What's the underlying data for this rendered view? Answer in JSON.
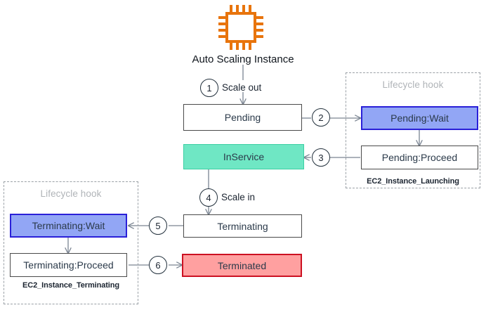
{
  "diagram": {
    "title": "Auto Scaling Instance",
    "icon": "cpu-chip-icon",
    "icon_color": "#E8740C"
  },
  "colors": {
    "chip_orange": "#E8740C",
    "wait_blue_fill": "#92A6F5",
    "wait_blue_border": "#2A20D8",
    "inservice_teal_fill": "#6FE7C4",
    "inservice_teal_border": "#3CCFA4",
    "terminated_red_fill": "#FFA0A0",
    "terminated_red_border": "#CC1122",
    "box_border_gray": "#4A4A4A",
    "hook_dash_gray": "#9AA0A6",
    "hook_title_gray": "#B0B4B8",
    "text_navy": "#2B3A4A",
    "connector_gray": "#7A8491"
  },
  "states": {
    "pending": "Pending",
    "inservice": "InService",
    "terminating": "Terminating",
    "terminated": "Terminated",
    "pending_wait": "Pending:Wait",
    "pending_proceed": "Pending:Proceed",
    "terminating_wait": "Terminating:Wait",
    "terminating_proceed": "Terminating:Proceed"
  },
  "hooks": [
    {
      "id": "launching",
      "title": "Lifecycle hook",
      "footer": "EC2_Instance_Launching"
    },
    {
      "id": "terminating",
      "title": "Lifecycle hook",
      "footer": "EC2_Instance_Terminating"
    }
  ],
  "edges": {
    "scale_out": "Scale out",
    "scale_in": "Scale in"
  },
  "steps": [
    {
      "n": "1",
      "from": "Auto Scaling Instance",
      "to": "Pending",
      "label": "Scale out"
    },
    {
      "n": "2",
      "from": "Pending",
      "to": "Pending:Wait",
      "label": ""
    },
    {
      "n": "3",
      "from": "Pending:Proceed",
      "to": "InService",
      "label": ""
    },
    {
      "n": "4",
      "from": "InService",
      "to": "Terminating",
      "label": "Scale in"
    },
    {
      "n": "5",
      "from": "Terminating",
      "to": "Terminating:Wait",
      "label": ""
    },
    {
      "n": "6",
      "from": "Terminating:Proceed",
      "to": "Terminated",
      "label": ""
    }
  ]
}
